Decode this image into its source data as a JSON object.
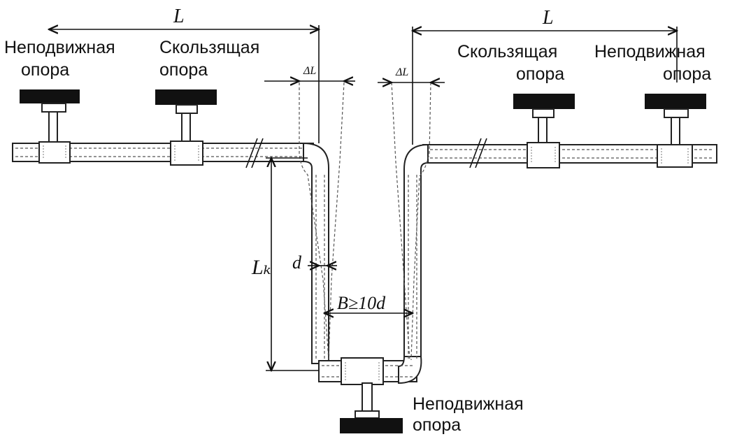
{
  "labels": {
    "fixed_support_left_line1": "Неподвижная",
    "fixed_support_left_line2": "опора",
    "sliding_support_left_line1": "Скользящая",
    "sliding_support_left_line2": "опора",
    "sliding_support_right_line1": "Скользящая",
    "sliding_support_right_line2": "опора",
    "fixed_support_right_line1": "Неподвижная",
    "fixed_support_right_line2": "опора",
    "fixed_support_bottom_line1": "Неподвижная",
    "fixed_support_bottom_line2": "опора"
  },
  "dimensions": {
    "span_left": "L",
    "span_right": "L",
    "delta_left": "ΔL",
    "delta_right": "ΔL",
    "compensator_height": "Lₖ",
    "pipe_diameter": "d",
    "compensator_width": "B≥10d"
  }
}
